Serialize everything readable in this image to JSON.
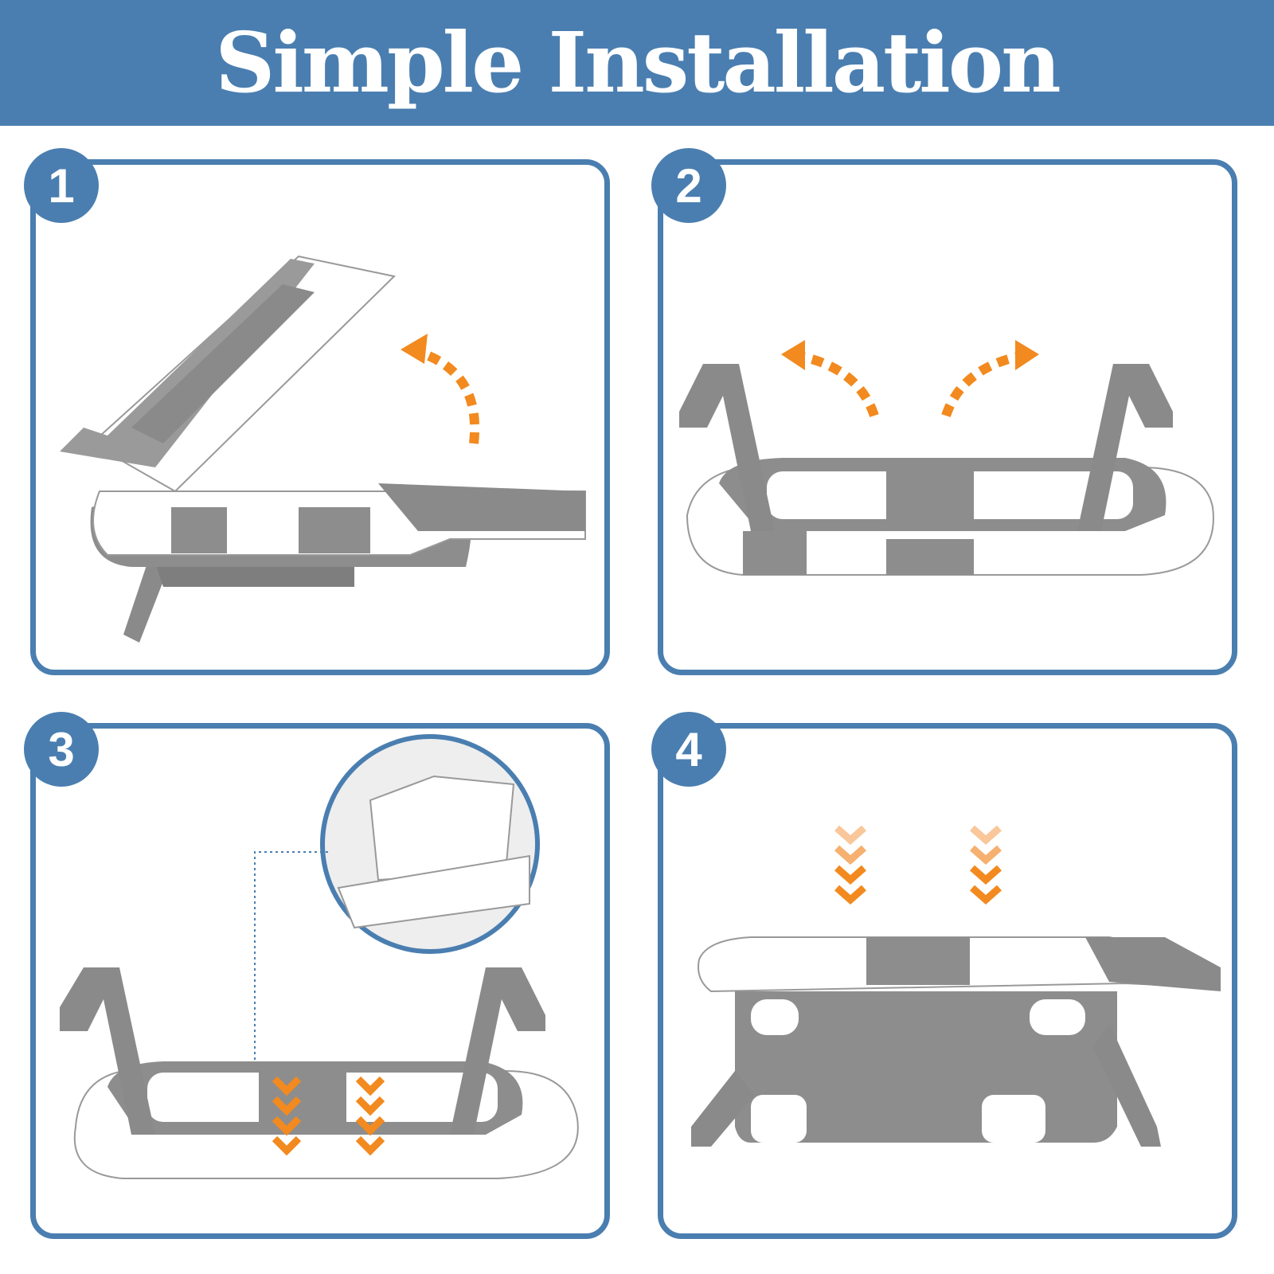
{
  "header": {
    "title": "Simple Installation"
  },
  "steps": [
    {
      "number": "1"
    },
    {
      "number": "2"
    },
    {
      "number": "3"
    },
    {
      "number": "4"
    }
  ],
  "colors": {
    "brand_blue": "#4a7eb0",
    "arrow_orange": "#f28a1f",
    "tub_grey": "#8a8a8a",
    "tub_white": "#ffffff"
  }
}
